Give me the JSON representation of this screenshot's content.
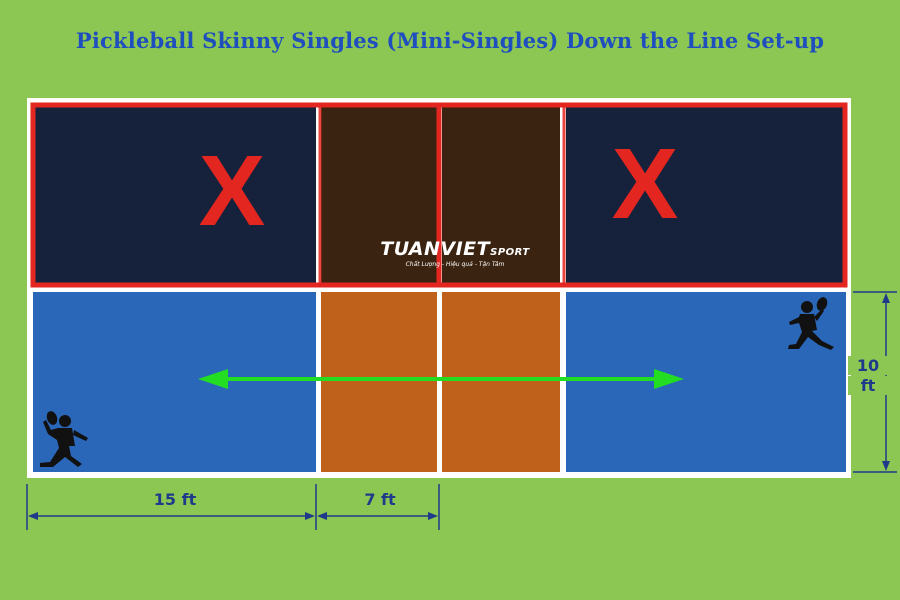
{
  "title": "Pickleball Skinny Singles (Mini-Singles) Down the Line Set-up",
  "dimensions": {
    "width_label_large": "15 ft",
    "width_label_small": "7 ft",
    "height_label_value": "10",
    "height_label_unit": "ft"
  },
  "markers": {
    "left_x": "X",
    "right_x": "X"
  },
  "logo": {
    "name": "TUANVIET",
    "sport": "SPORT",
    "tagline": "Chất Lượng - Hiệu quả - Tận Tâm"
  },
  "colors": {
    "background": "#8cc653",
    "court_blue": "#2b67b8",
    "kitchen_orange": "#c0611b",
    "out_of_bounds_dark": "#16213b",
    "highlight_red": "#e32620",
    "arrow_green": "#22dd22",
    "title_blue": "#1f4fbf"
  }
}
